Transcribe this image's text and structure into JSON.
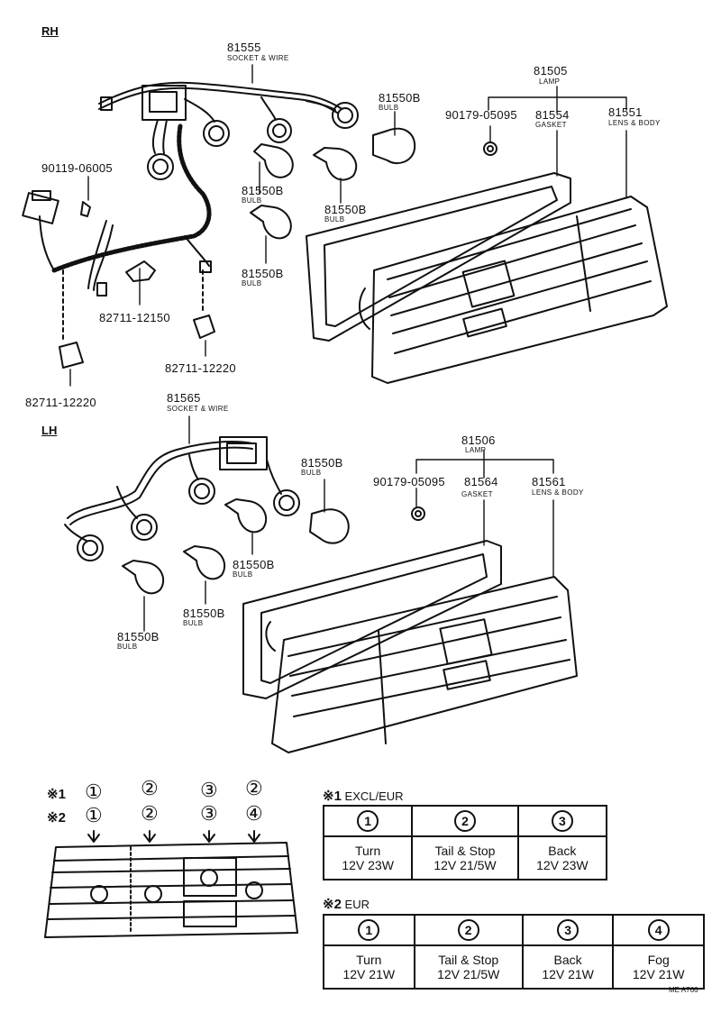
{
  "sections": {
    "rh": "RH",
    "lh": "LH"
  },
  "rh_parts": [
    {
      "id": "rh-socket",
      "num": "81555",
      "desc": "SOCKET & WIRE"
    },
    {
      "id": "rh-bulb-top",
      "num": "81550B",
      "desc": "BULB"
    },
    {
      "id": "rh-lamp",
      "num": "81505",
      "desc": "LAMP"
    },
    {
      "id": "rh-screw",
      "num": "90179-05095",
      "desc": ""
    },
    {
      "id": "rh-gasket",
      "num": "81554",
      "desc": "GASKET"
    },
    {
      "id": "rh-lens",
      "num": "81551",
      "desc": "LENS & BODY"
    },
    {
      "id": "rh-bolt",
      "num": "90119-06005",
      "desc": ""
    },
    {
      "id": "rh-bulb-mid1",
      "num": "81550B",
      "desc": "BULB"
    },
    {
      "id": "rh-bulb-mid2",
      "num": "81550B",
      "desc": "BULB"
    },
    {
      "id": "rh-bulb-low",
      "num": "81550B",
      "desc": "BULB"
    },
    {
      "id": "rh-clamp1",
      "num": "82711-12150",
      "desc": ""
    },
    {
      "id": "rh-clamp2",
      "num": "82711-12220",
      "desc": ""
    },
    {
      "id": "rh-clamp3",
      "num": "82711-12220",
      "desc": ""
    }
  ],
  "lh_parts": [
    {
      "id": "lh-socket",
      "num": "81565",
      "desc": "SOCKET & WIRE"
    },
    {
      "id": "lh-lamp",
      "num": "81506",
      "desc": "LAMP"
    },
    {
      "id": "lh-bulb-top",
      "num": "81550B",
      "desc": "BULB"
    },
    {
      "id": "lh-screw",
      "num": "90179-05095",
      "desc": ""
    },
    {
      "id": "lh-gasket",
      "num": "81564",
      "desc": "GASKET"
    },
    {
      "id": "lh-lens",
      "num": "81561",
      "desc": "LENS & BODY"
    },
    {
      "id": "lh-bulb-mid",
      "num": "81550B",
      "desc": "BULB"
    },
    {
      "id": "lh-bulb-low1",
      "num": "81550B",
      "desc": "BULB"
    },
    {
      "id": "lh-bulb-low2",
      "num": "81550B",
      "desc": "BULB"
    }
  ],
  "position_key": {
    "row1_marker": "※1",
    "row2_marker": "※2",
    "row1": [
      "①",
      "②",
      "③",
      "②"
    ],
    "row2": [
      "①",
      "②",
      "③",
      "④"
    ]
  },
  "table1": {
    "marker": "※1",
    "title": "EXCL/EUR",
    "columns": [
      {
        "num": "1",
        "name": "Turn",
        "spec": "12V 23W"
      },
      {
        "num": "2",
        "name": "Tail & Stop",
        "spec": "12V 21/5W"
      },
      {
        "num": "3",
        "name": "Back",
        "spec": "12V 23W"
      }
    ]
  },
  "table2": {
    "marker": "※2",
    "title": "EUR",
    "columns": [
      {
        "num": "1",
        "name": "Turn",
        "spec": "12V 21W"
      },
      {
        "num": "2",
        "name": "Tail & Stop",
        "spec": "12V 21/5W"
      },
      {
        "num": "3",
        "name": "Back",
        "spec": "12V 21W"
      },
      {
        "num": "4",
        "name": "Fog",
        "spec": "12V 21W"
      }
    ]
  },
  "drawing_code": "ME A766"
}
